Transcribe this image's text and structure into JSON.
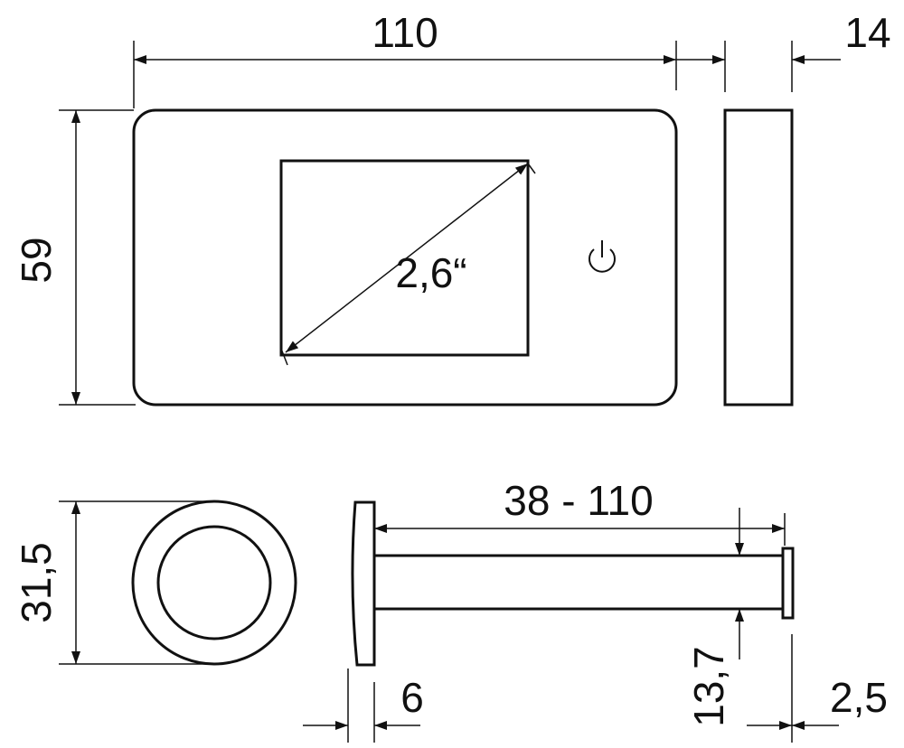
{
  "dimensions": {
    "width": "110",
    "depth": "14",
    "height": "59",
    "screen_diagonal": "2,6“",
    "rosette_diameter": "31,5",
    "arm_length": "38 - 110",
    "plate_thickness": "6",
    "arm_diameter": "13,7",
    "cap_thickness": "2,5"
  },
  "colors": {
    "line": "#111111",
    "background": "#ffffff"
  }
}
